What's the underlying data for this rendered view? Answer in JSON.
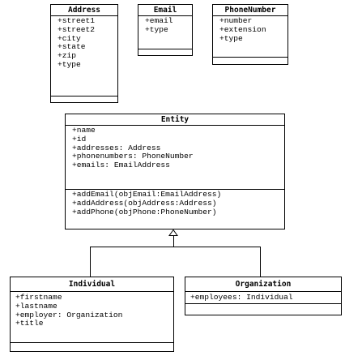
{
  "classes": {
    "address": {
      "name": "Address",
      "attributes": [
        "+street1",
        "+street2",
        "+city",
        "+state",
        "+zip",
        "+type"
      ],
      "operations": []
    },
    "email": {
      "name": "Email",
      "attributes": [
        "+email",
        "+type"
      ],
      "operations": []
    },
    "phonenumber": {
      "name": "PhoneNumber",
      "attributes": [
        "+number",
        "+extension",
        "+type"
      ],
      "operations": []
    },
    "entity": {
      "name": "Entity",
      "attributes": [
        "+name",
        "+id",
        "+addresses: Address",
        "+phonenumbers: PhoneNumber",
        "+emails: EmailAddress"
      ],
      "operations": [
        "+addEmail(objEmail:EmailAddress)",
        "+addAddress(objAddress:Address)",
        "+addPhone(objPhone:PhoneNumber)"
      ]
    },
    "individual": {
      "name": "Individual",
      "attributes": [
        "+firstname",
        "+lastname",
        "+employer: Organization",
        "+title"
      ],
      "operations": []
    },
    "organization": {
      "name": "Organization",
      "attributes": [
        "+employees: Individual"
      ],
      "operations": []
    }
  }
}
